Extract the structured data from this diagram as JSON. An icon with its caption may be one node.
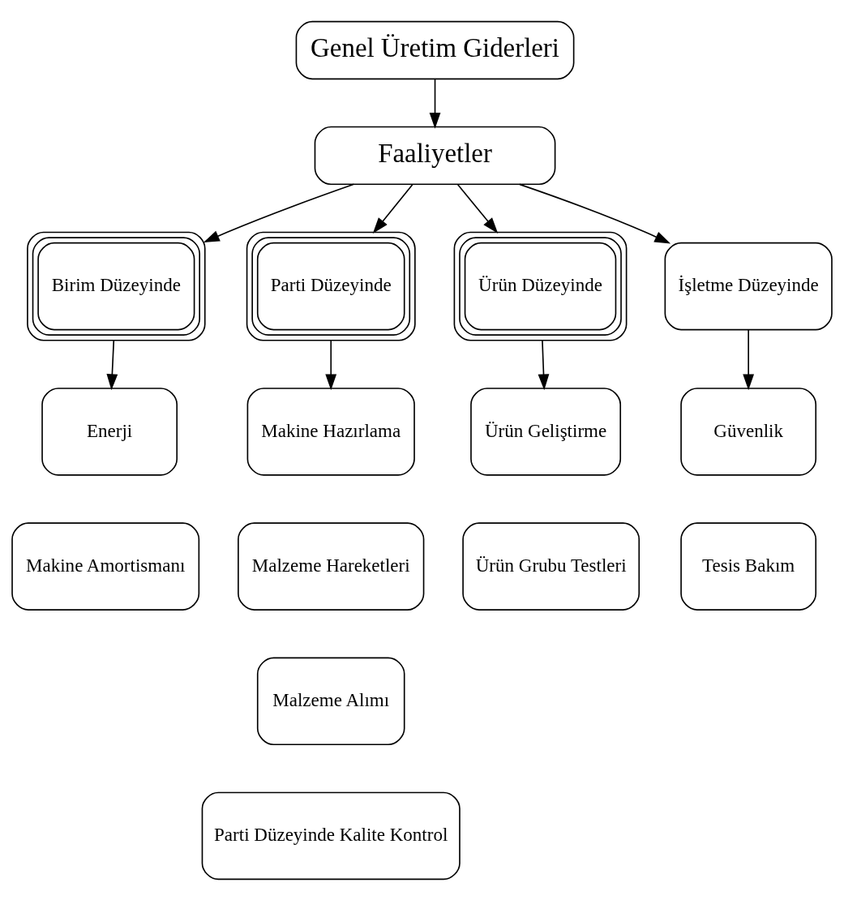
{
  "diagram": {
    "nodes": [
      {
        "text": [
          "Genel Üretim Giderleri"
        ]
      },
      {
        "text": [
          "Faaliyetler"
        ]
      },
      {
        "text": [
          "Birim Düzeyinde"
        ]
      },
      {
        "text": [
          "Parti Düzeyinde"
        ]
      },
      {
        "text": [
          "Ürün Düzeyinde"
        ]
      },
      {
        "text": [
          "İşletme Düzeyinde"
        ]
      },
      {
        "text": [
          "Enerji"
        ]
      },
      {
        "text": [
          "Makine Hazırlama"
        ]
      },
      {
        "text": [
          "Ürün Geliştirme"
        ]
      },
      {
        "text": [
          "Güvenlik"
        ]
      },
      {
        "text": [
          "Makine Amortismanı"
        ]
      },
      {
        "text": [
          "Malzeme Hareketleri"
        ]
      },
      {
        "text": [
          "Ürün Grubu Testleri"
        ]
      },
      {
        "text": [
          "Tesis Bakım"
        ]
      },
      {
        "text": [
          "Malzeme Alımı"
        ]
      },
      {
        "text": [
          "Parti Düzeyinde Kalite Kontrol"
        ]
      }
    ],
    "edges": [
      {
        "from": 0,
        "to": 1,
        "arrow": "to"
      },
      {
        "from": 1,
        "to": 2,
        "arrow": "to"
      },
      {
        "from": 1,
        "to": 3,
        "arrow": "to"
      },
      {
        "from": 1,
        "to": 4,
        "arrow": "to"
      },
      {
        "from": 1,
        "to": 5,
        "arrow": "to"
      },
      {
        "from": 2,
        "to": 6,
        "arrow": "to"
      },
      {
        "from": 3,
        "to": 7,
        "arrow": "to"
      },
      {
        "from": 4,
        "to": 8,
        "arrow": "to"
      },
      {
        "from": 5,
        "to": 9,
        "arrow": "to"
      }
    ]
  }
}
